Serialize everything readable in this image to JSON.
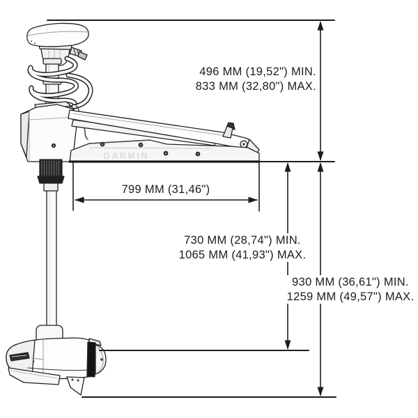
{
  "diagram": {
    "subject": "trolling-motor-side-view-dimension-drawing",
    "brand_text": "GARMIN",
    "labels": {
      "head_height": {
        "line1": "496 MM (19,52\") MIN.",
        "line2": "833 MM (32,80\") MAX."
      },
      "mount_length": {
        "line1": "799 MM (31,46\")"
      },
      "shaft_depth": {
        "line1": "730 MM (28,74\") MIN.",
        "line2": "1065 MM (41,93\") MAX."
      },
      "overall_depth": {
        "line1": "930 MM (36,61\") MIN.",
        "line2": "1259 MM (49,57\") MAX."
      }
    },
    "colors": {
      "background": "#ffffff",
      "line": "#1c1c1c",
      "text": "#1c1c1c",
      "shading_light": "#ededed",
      "dark_parts": "#262626",
      "brand_gray": "#dcdcdc"
    }
  }
}
